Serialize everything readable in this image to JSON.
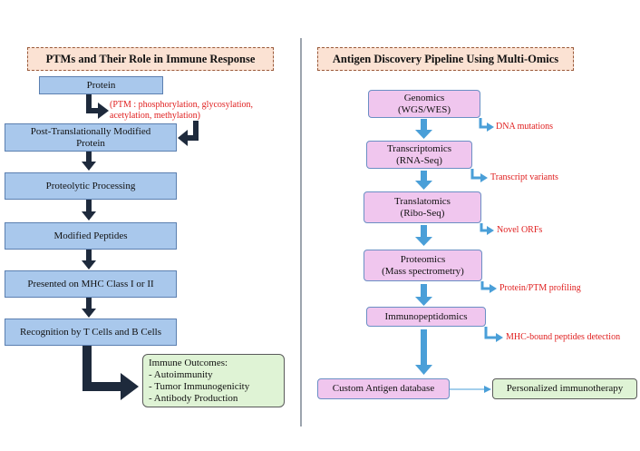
{
  "left": {
    "title": "PTMs and Their Role in Immune Response",
    "protein": "Protein",
    "ptm_note_1": "(PTM : phosphorylation, glycosylation,",
    "ptm_note_2": "acetylation, methylation)",
    "ptm_protein_1": "Post-Translationally Modified",
    "ptm_protein_2": "Protein",
    "processing": "Proteolytic Processing",
    "peptides": "Modified Peptides",
    "presented": "Presented on MHC Class I or II",
    "recognition": "Recognition by T Cells and B Cells",
    "outcomes": {
      "title": "Immune Outcomes:",
      "items": [
        "- Autoimmunity",
        "- Tumor Immunogenicity",
        "- Antibody Production"
      ]
    }
  },
  "right": {
    "title": "Antigen Discovery Pipeline Using Multi-Omics",
    "steps": [
      {
        "name": "Genomics",
        "sub": "(WGS/WES)",
        "note": "DNA mutations"
      },
      {
        "name": "Transcriptomics",
        "sub": "(RNA-Seq)",
        "note": "Transcript variants"
      },
      {
        "name": "Translatomics",
        "sub": "(Ribo-Seq)",
        "note": "Novel ORFs"
      },
      {
        "name": "Proteomics",
        "sub": "(Mass spectrometry)",
        "note": "Protein/PTM profiling"
      },
      {
        "name": "Immunopeptidomics",
        "sub": "",
        "note": "MHC-bound peptides detection"
      }
    ],
    "database": "Custom Antigen database",
    "immunotherapy": "Personalized immunotherapy"
  },
  "colors": {
    "left_box": "#a9c8ec",
    "right_box": "#f0c6ee",
    "outcome_box": "#dff3d5",
    "dark_arrow": "#1e2a3c",
    "blue_arrow": "#4a9fd8",
    "note_text": "#e02020"
  }
}
